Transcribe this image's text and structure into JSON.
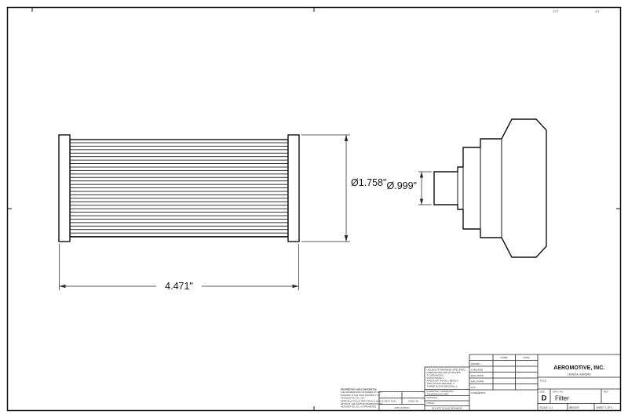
{
  "sheet": {
    "background": "#ffffff",
    "line_color": "#101010"
  },
  "plot_marks": {
    "left": "4X7",
    "right": "⊕1"
  },
  "dims": {
    "length": "4.471\"",
    "diameter": "Ø1.758\"",
    "inlet": "Ø.999\""
  },
  "title_block": {
    "company": "AEROMOTIVE, INC.",
    "company_sub": "LENEXA, KANSAS",
    "title_label": "TITLE:",
    "size_label": "SIZE",
    "size_value": "D",
    "dwg_no_label": "DWG. NO.",
    "dwg_no_value": "Filter",
    "rev_label": "REV",
    "rev_value": "",
    "scale_text": "SCALE: 1:1",
    "weight_text": "WEIGHT:",
    "sheet_text": "SHEET 1 OF 1",
    "name_header": "NAME",
    "date_header": "DATE",
    "approval_rows": [
      "DRAWN",
      "CHECKED",
      "ENG APPR.",
      "MFG APPR.",
      "Q.A.",
      "COMMENTS:"
    ],
    "tolerance_lines": [
      "UNLESS OTHERWISE SPECIFIED:",
      "DIMENSIONS ARE IN INCHES",
      "TOLERANCES:",
      "FRACTIONAL ±",
      "ANGULAR: MACH ±   BEND ±",
      "TWO PLACE DECIMAL    ±",
      "THREE PLACE DECIMAL  ±"
    ],
    "interpret_lines": [
      "INTERPRET GEOMETRIC",
      "TOLERANCING PER:"
    ],
    "material_label": "MATERIAL",
    "finish_label": "FINISH",
    "do_not_scale": "DO NOT SCALE DRAWING",
    "proprietary_lines": [
      "PROPRIETARY AND CONFIDENTIAL",
      "THE INFORMATION CONTAINED IN THIS",
      "DRAWING IS THE SOLE PROPERTY OF",
      "AEROMOTIVE, INC.  ANY",
      "REPRODUCTION IN PART OR AS A WHOLE",
      "WITHOUT THE WRITTEN PERMISSION OF",
      "AEROMOTIVE, INC. IS PROHIBITED."
    ],
    "application": {
      "next_assy": "NEXT ASSY",
      "used_on": "USED ON",
      "label": "APPLICATION"
    }
  }
}
